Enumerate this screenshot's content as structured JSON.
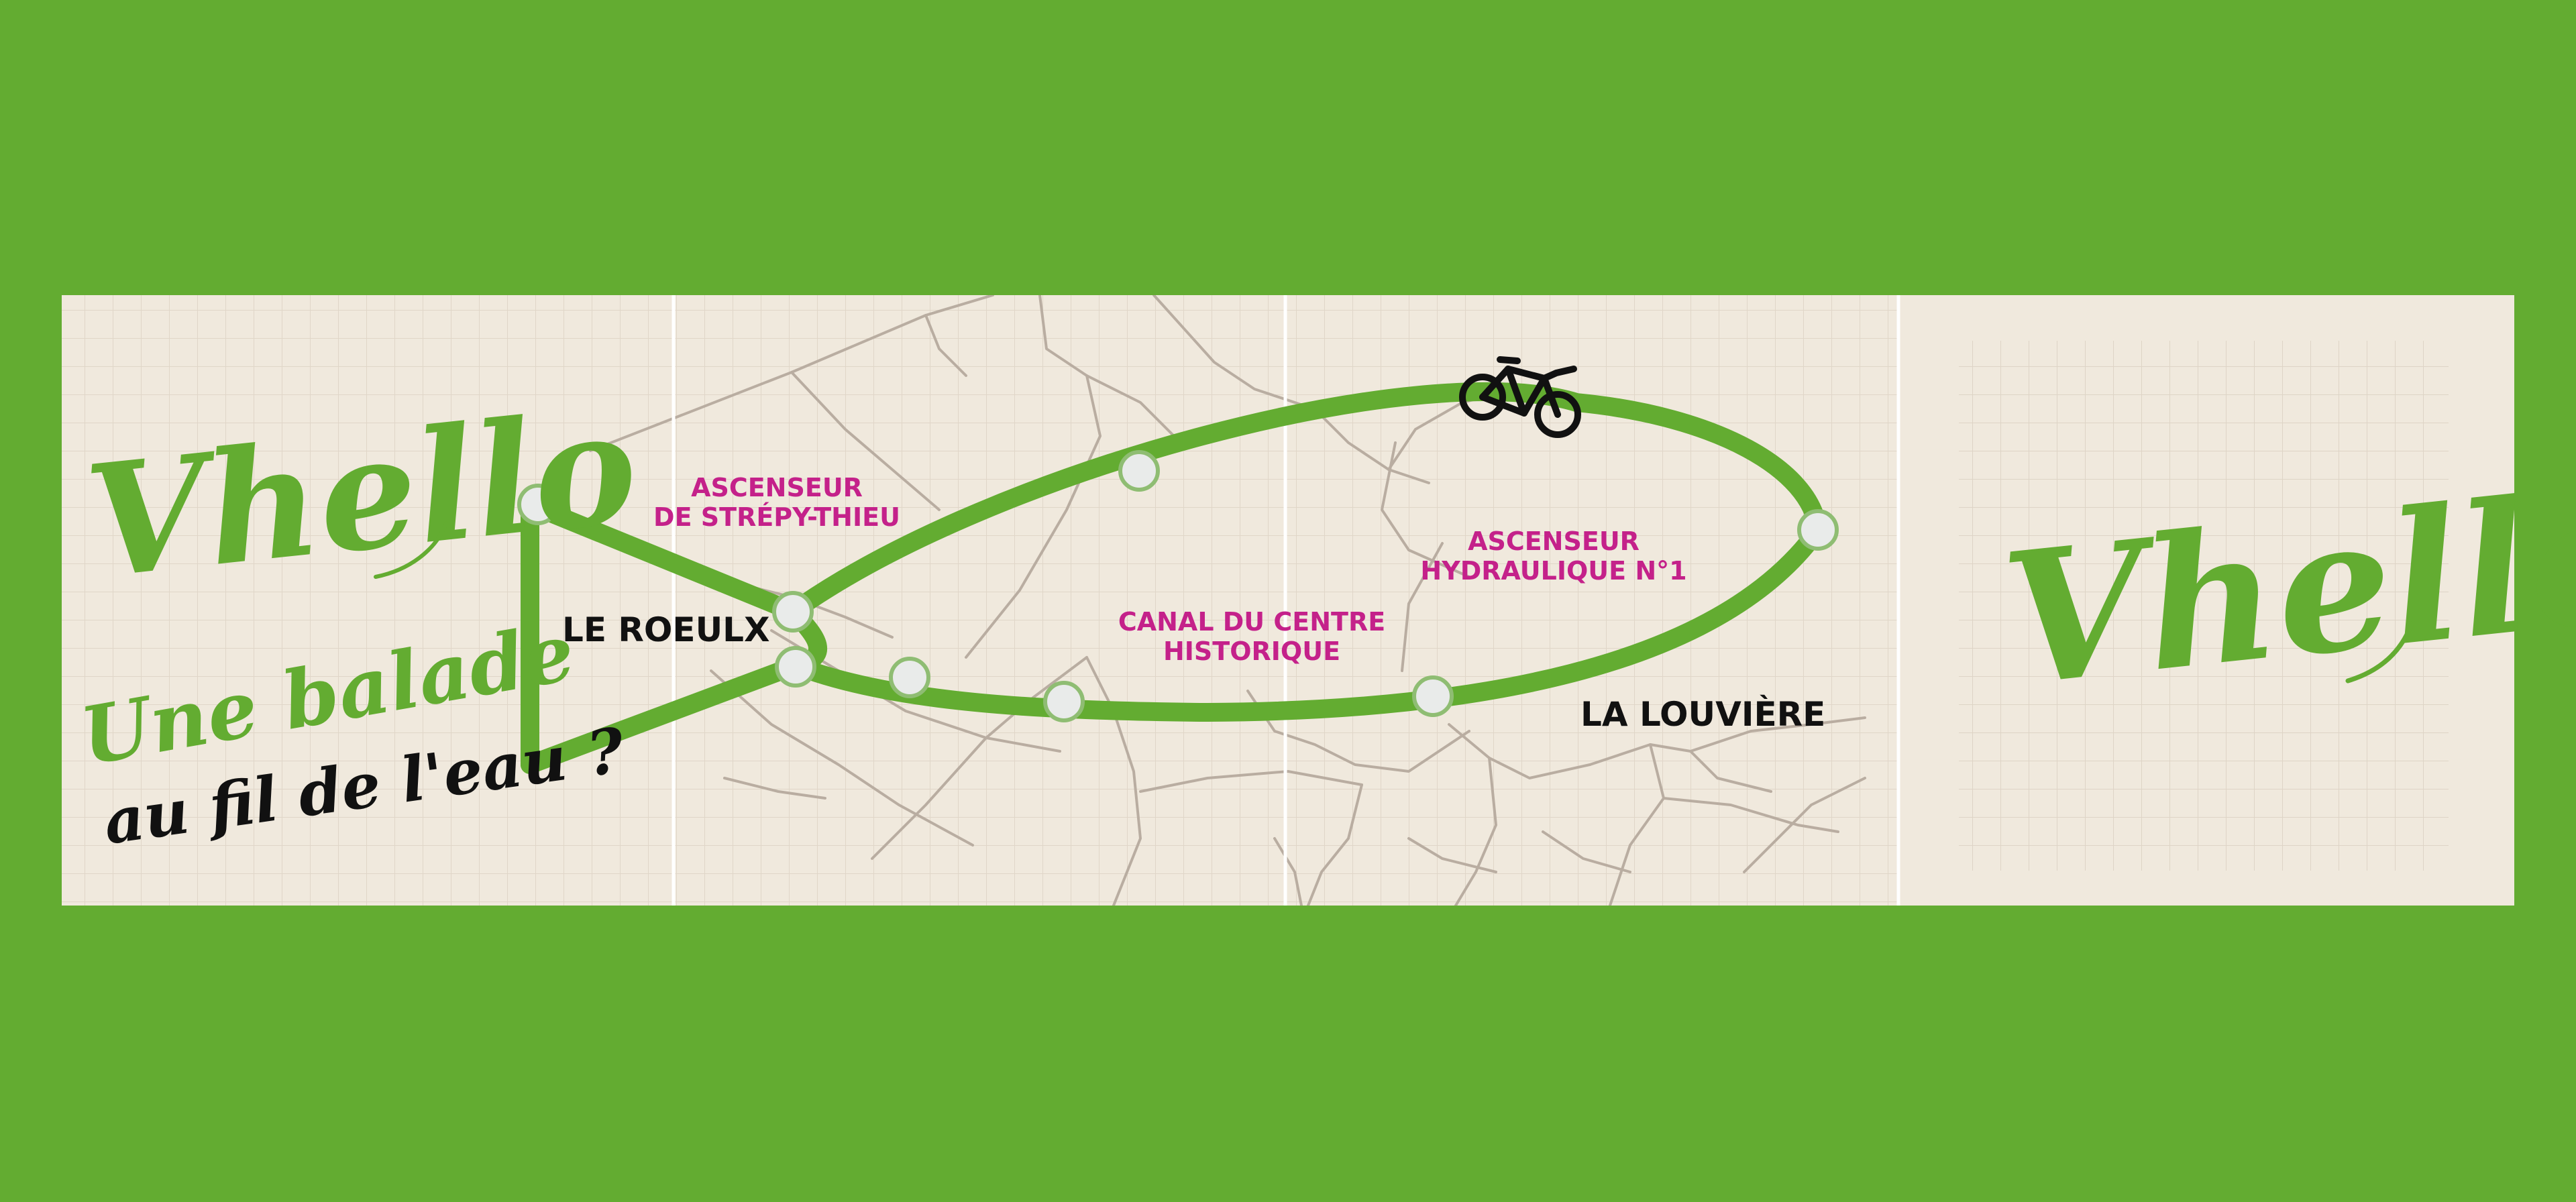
{
  "brand": {
    "logo_text": "Vhello",
    "green": "#63ac31",
    "magenta": "#c4218a",
    "black": "#111111",
    "paper": "#f0e9dd",
    "grid": "#ded4c6",
    "streets": "#b9ada1"
  },
  "tagline": {
    "line1": "Une balade",
    "line2": "au fil de l'eau ?"
  },
  "places": {
    "le_roeulx": "LE ROEULX",
    "la_louviere": "LA LOUVIÈRE"
  },
  "landmarks": {
    "strepy_line1": "ASCENSEUR",
    "strepy_line2": "DE STRÉPY-THIEU",
    "hydraulique_line1": "ASCENSEUR",
    "hydraulique_line2": "HYDRAULIQUE N°1",
    "canal_line1": "CANAL DU CENTRE",
    "canal_line2": "HISTORIQUE"
  },
  "icons": {
    "bike": "bicycle-icon",
    "stop": "route-stop-icon"
  }
}
